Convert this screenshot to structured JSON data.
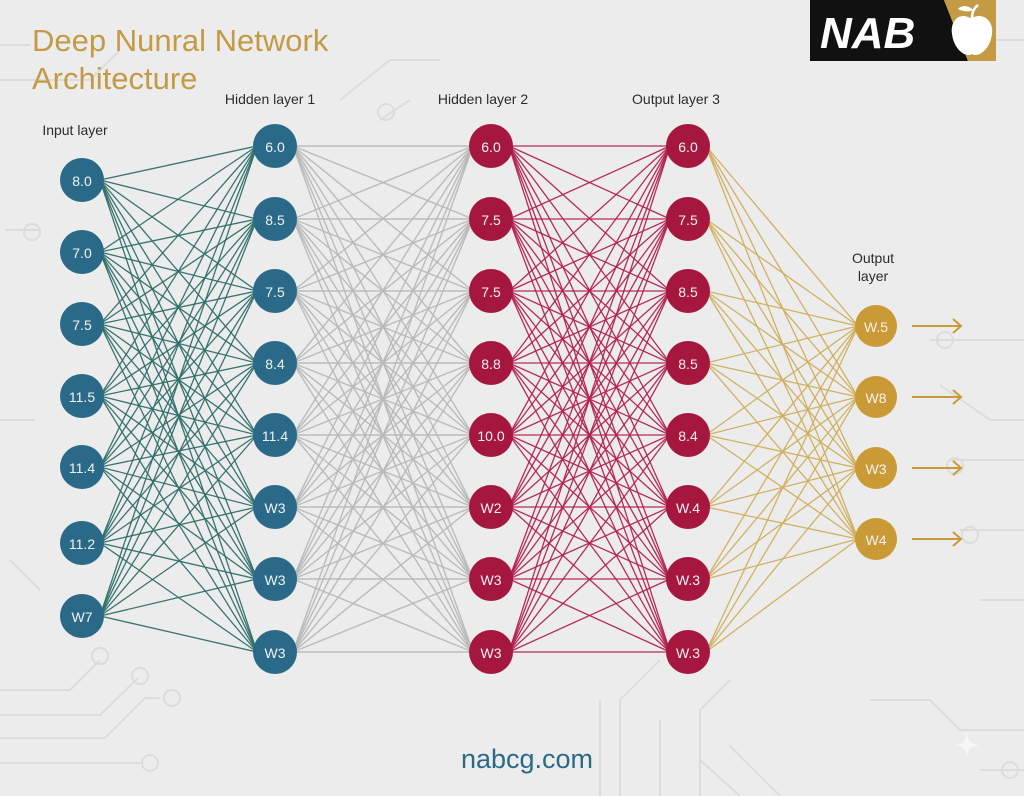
{
  "title": {
    "line1": "Deep Nunral Network",
    "line2": "Architecture"
  },
  "logo": {
    "text": "NAB",
    "icon": "apple-icon",
    "colors": {
      "dark": "#111111",
      "accent": "#c49a45",
      "text": "#ffffff"
    }
  },
  "footer": {
    "url": "nabcg.com"
  },
  "colors": {
    "input": "#2a6a88",
    "input_edges": "#2f6e6a",
    "hidden1_edges": "#b9b9b9",
    "hidden2": "#a5173f",
    "hidden2_edges": "#b3214f",
    "output3": "#a5173f",
    "output_edges": "#cfae5a",
    "output": "#c99a35",
    "background": "#ececec"
  },
  "layers": [
    {
      "label": "Input layer",
      "color_key": "input",
      "nodes": [
        "8.0",
        "7.0",
        "7.5",
        "11.5",
        "11.4",
        "11.2",
        "W7"
      ]
    },
    {
      "label": "Hidden layer 1",
      "color_key": "input",
      "nodes": [
        "6.0",
        "8.5",
        "7.5",
        "8.4",
        "11.4",
        "W3",
        "W3",
        "W3"
      ]
    },
    {
      "label": "Hidden layer 2",
      "color_key": "hidden2",
      "nodes": [
        "6.0",
        "7.5",
        "7.5",
        "8.8",
        "10.0",
        "W2",
        "W3",
        "W3"
      ]
    },
    {
      "label": "Output layer 3",
      "color_key": "output3",
      "nodes": [
        "6.0",
        "7.5",
        "8.5",
        "8.5",
        "8.4",
        "W.4",
        "W.3",
        "W.3"
      ]
    },
    {
      "label": "Output layer",
      "color_key": "output",
      "nodes": [
        "W.5",
        "W8",
        "W3",
        "W4"
      ],
      "outputs": [
        "arrow-right-icon",
        "arrow-right-icon",
        "arrow-right-icon",
        "arrow-right-icon"
      ]
    }
  ],
  "connections": [
    {
      "from_layer": 0,
      "to_layer": 1,
      "color_key": "input_edges",
      "type": "fully-connected"
    },
    {
      "from_layer": 1,
      "to_layer": 2,
      "color_key": "hidden1_edges",
      "type": "fully-connected"
    },
    {
      "from_layer": 2,
      "to_layer": 3,
      "color_key": "hidden2_edges",
      "type": "fully-connected"
    },
    {
      "from_layer": 3,
      "to_layer": 4,
      "color_key": "output_edges",
      "type": "fully-connected"
    }
  ]
}
